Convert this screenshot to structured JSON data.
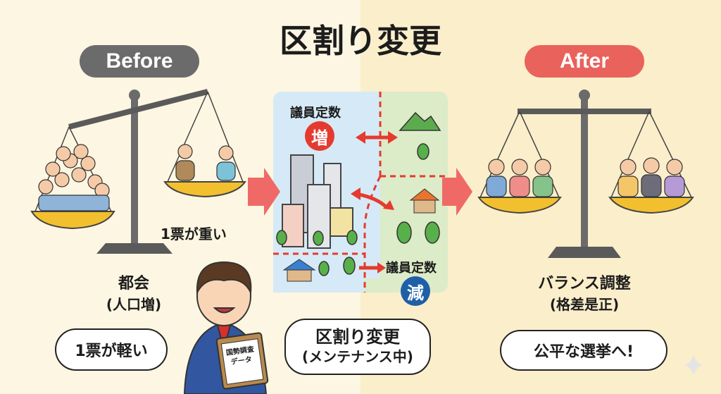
{
  "title": "区割り変更",
  "before": {
    "label": "Before",
    "note": "1票が重い",
    "city": "都会",
    "city_sub": "(人口増)",
    "bubble": "1票が軽い"
  },
  "after": {
    "label": "After",
    "caption": "バランス調整",
    "caption_sub": "(格差是正)",
    "bubble": "公平な選挙へ!"
  },
  "map": {
    "top_label": "議員定数",
    "top_badge": "増",
    "bottom_label": "議員定数",
    "bottom_badge": "減"
  },
  "presenter": {
    "clipboard_line1": "国勢調査",
    "clipboard_line2": "データ",
    "bubble_line1": "区割り変更",
    "bubble_line2": "(メンテナンス中)"
  },
  "colors": {
    "before_pill": "#6b6b6b",
    "after_pill": "#e9625b",
    "increase": "#e53a2f",
    "decrease": "#1f5fa8",
    "city_area": "#d5eaf6",
    "rural_area": "#dcebc8"
  }
}
